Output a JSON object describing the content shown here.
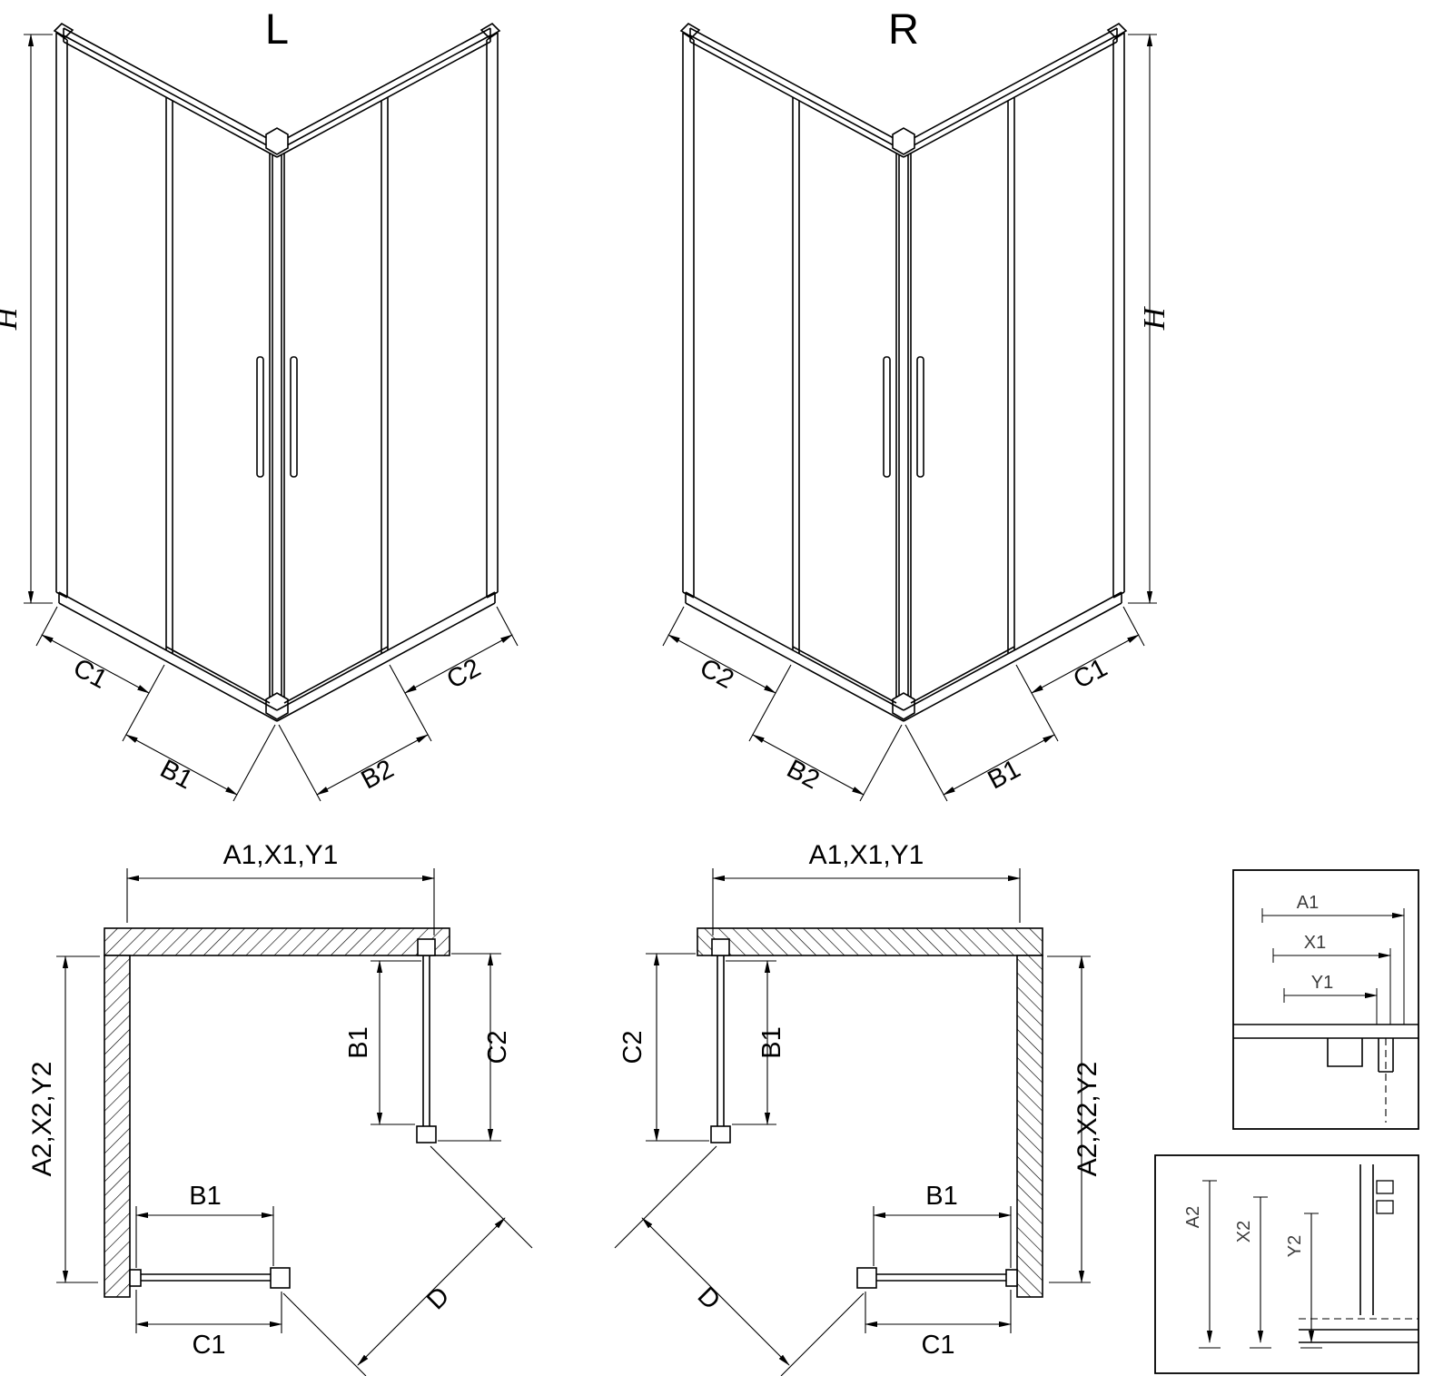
{
  "colors": {
    "ink": "#000000",
    "background": "#ffffff",
    "detail_ink": "#3c3c3c"
  },
  "iso_left": {
    "title": "L",
    "dim_h": "H",
    "dim_c1": "C1",
    "dim_b1": "B1",
    "dim_b2": "B2",
    "dim_c2": "C2"
  },
  "iso_right": {
    "title": "R",
    "dim_h": "H",
    "dim_c2": "C2",
    "dim_b2": "B2",
    "dim_b1": "B1",
    "dim_c1": "C1"
  },
  "plan_left": {
    "dim_top": "A1,X1,Y1",
    "dim_side": "A2,X2,Y2",
    "dim_b1_vertical": "B1",
    "dim_c2": "C2",
    "dim_b1_horizontal": "B1",
    "dim_c1": "C1",
    "dim_d": "D"
  },
  "plan_right": {
    "dim_top": "A1,X1,Y1",
    "dim_side": "A2,X2,Y2",
    "dim_b1_vertical": "B1",
    "dim_c2": "C2",
    "dim_b1_horizontal": "B1",
    "dim_c1": "C1",
    "dim_d": "D"
  },
  "detail_width": {
    "dim_a1": "A1",
    "dim_x1": "X1",
    "dim_y1": "Y1"
  },
  "detail_depth": {
    "dim_a2": "A2",
    "dim_x2": "X2",
    "dim_y2": "Y2"
  }
}
